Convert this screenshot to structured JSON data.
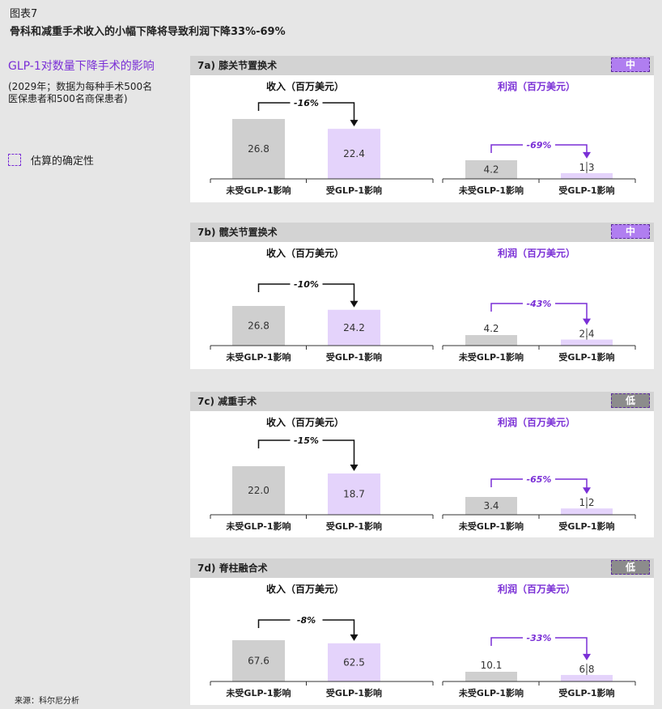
{
  "figure_label": "图表7",
  "figure_title": "骨科和减重手术收入的小幅下降将导致利润下降33%-69%",
  "sidebar": {
    "title": "GLP-1对数量下降手术的影响",
    "note": "(2029年；数据为每种手术500名医保患者和500名商保患者)",
    "legend_label": "估算的确定性"
  },
  "source": "来源：科尔尼分析",
  "colors": {
    "bar_unaffected": "#cfcfcf",
    "bar_affected": "#e4d3fb",
    "accent_purple": "#7a2fd6",
    "badge_mid": "#b07ef0",
    "badge_low": "#8c8c8c"
  },
  "chart_data": [
    {
      "type": "bar",
      "id": "7a",
      "title": "7a) 膝关节置换术",
      "certainty": "中",
      "categories": [
        "未受GLP-1影响",
        "受GLP-1影响"
      ],
      "revenue": {
        "title": "收入（百万美元）",
        "values": [
          26.8,
          22.4
        ],
        "labels": [
          "26.8",
          "22.4"
        ],
        "change": "-16%"
      },
      "profit": {
        "title": "利润（百万美元）",
        "values": [
          4.2,
          1.3
        ],
        "labels": [
          "4.2",
          "1.3"
        ],
        "change": "-69%"
      }
    },
    {
      "type": "bar",
      "id": "7b",
      "title": "7b) 髋关节置换术",
      "certainty": "中",
      "categories": [
        "未受GLP-1影响",
        "受GLP-1影响"
      ],
      "revenue": {
        "title": "收入（百万美元）",
        "values": [
          26.8,
          24.2
        ],
        "labels": [
          "26.8",
          "24.2"
        ],
        "change": "-10%"
      },
      "profit": {
        "title": "利润（百万美元）",
        "values": [
          4.2,
          2.4
        ],
        "labels": [
          "4.2",
          "2.4"
        ],
        "change": "-43%"
      }
    },
    {
      "type": "bar",
      "id": "7c",
      "title": "7c) 减重手术",
      "certainty": "低",
      "categories": [
        "未受GLP-1影响",
        "受GLP-1影响"
      ],
      "revenue": {
        "title": "收入（百万美元）",
        "values": [
          22.0,
          18.7
        ],
        "labels": [
          "22.0",
          "18.7"
        ],
        "change": "-15%"
      },
      "profit": {
        "title": "利润（百万美元）",
        "values": [
          3.4,
          1.2
        ],
        "labels": [
          "3.4",
          "1.2"
        ],
        "change": "-65%"
      }
    },
    {
      "type": "bar",
      "id": "7d",
      "title": "7d) 脊柱融合术",
      "certainty": "低",
      "categories": [
        "未受GLP-1影响",
        "受GLP-1影响"
      ],
      "revenue": {
        "title": "收入（百万美元）",
        "values": [
          67.6,
          62.5
        ],
        "labels": [
          "67.6",
          "62.5"
        ],
        "change": "-8%"
      },
      "profit": {
        "title": "利润（百万美元）",
        "values": [
          10.1,
          6.8
        ],
        "labels": [
          "10.1",
          "6.8"
        ],
        "change": "-33%"
      }
    }
  ]
}
